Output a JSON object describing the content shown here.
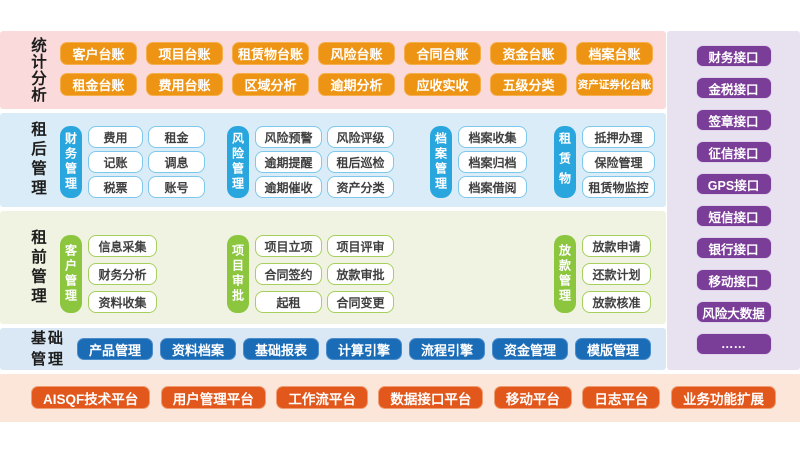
{
  "palette": {
    "ledger_orange": "#ee9414",
    "platform_orange_red": "#e2571c",
    "group_sky_blue": "#29a6de",
    "base_dark_blue": "#1b6cb7",
    "group_green": "#8cc63f",
    "interface_purple": "#7b3e98",
    "stats_band_bg": "#fadadb",
    "post_band_bg": "#d9ecf7",
    "pre_band_bg": "#f0f3e1",
    "base_band_bg": "#d9e8f4",
    "platform_band_bg": "#fce5d9",
    "interface_band_bg": "#e7e1f0"
  },
  "stats": {
    "label": "统计分析",
    "items": [
      "客户台账",
      "项目台账",
      "租赁物台账",
      "风险台账",
      "合同台账",
      "资金台账",
      "档案台账",
      "租金台账",
      "费用台账",
      "区域分析",
      "逾期分析",
      "应收实收",
      "五级分类",
      "资产证券化台账"
    ]
  },
  "post_lease": {
    "label": "租后管理",
    "groups": [
      {
        "label": "财务管理",
        "items": [
          "费用",
          "租金",
          "记账",
          "调息",
          "税票",
          "账号"
        ]
      },
      {
        "label": "风险管理",
        "items": [
          "风险预警",
          "风险评级",
          "逾期提醒",
          "租后巡检",
          "逾期催收",
          "资产分类"
        ]
      },
      {
        "label": "档案管理",
        "items": [
          "档案收集",
          "档案归档",
          "档案借阅"
        ]
      },
      {
        "label": "租赁物",
        "items": [
          "抵押办理",
          "保险管理",
          "租赁物监控"
        ]
      }
    ]
  },
  "pre_lease": {
    "label": "租前管理",
    "groups": [
      {
        "label": "客户管理",
        "items": [
          "信息采集",
          "财务分析",
          "资料收集"
        ]
      },
      {
        "label": "项目审批",
        "items": [
          "项目立项",
          "项目评审",
          "合同签约",
          "放款审批",
          "起租",
          "合同变更"
        ]
      },
      {
        "label": "放款管理",
        "items": [
          "放款申请",
          "还款计划",
          "放款核准"
        ]
      }
    ]
  },
  "base": {
    "label": "基础管理",
    "items": [
      "产品管理",
      "资料档案",
      "基础报表",
      "计算引擎",
      "流程引擎",
      "资金管理",
      "模版管理"
    ]
  },
  "interfaces": {
    "items": [
      "财务接口",
      "金税接口",
      "签章接口",
      "征信接口",
      "GPS接口",
      "短信接口",
      "银行接口",
      "移动接口",
      "风险大数据",
      "……"
    ]
  },
  "platforms": {
    "items": [
      "AISQF技术平台",
      "用户管理平台",
      "工作流平台",
      "数据接口平台",
      "移动平台",
      "日志平台",
      "业务功能扩展"
    ]
  }
}
